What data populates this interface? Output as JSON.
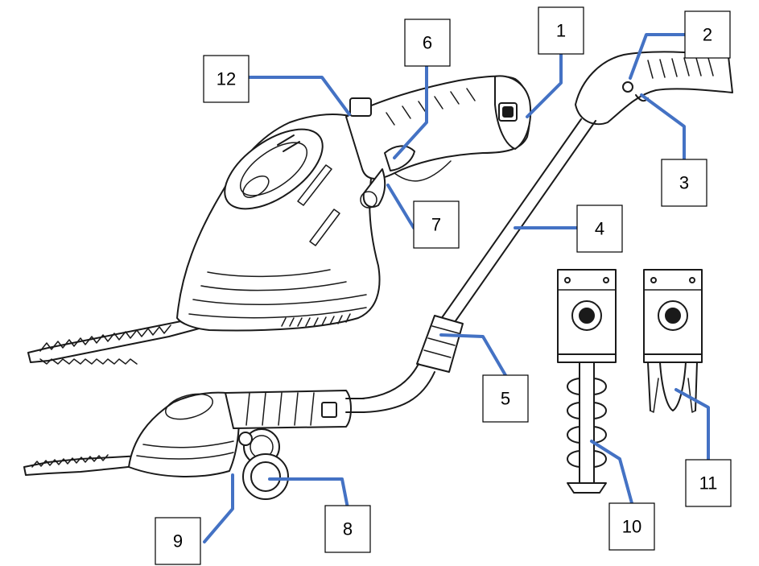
{
  "colors": {
    "leader_line": "#4472c4",
    "outline": "#1a1a1a",
    "box_border": "#000000"
  },
  "callouts": {
    "c1": "1",
    "c2": "2",
    "c3": "3",
    "c4": "4",
    "c5": "5",
    "c6": "6",
    "c7": "7",
    "c8": "8",
    "c9": "9",
    "c10": "10",
    "c11": "11",
    "c12": "12"
  }
}
